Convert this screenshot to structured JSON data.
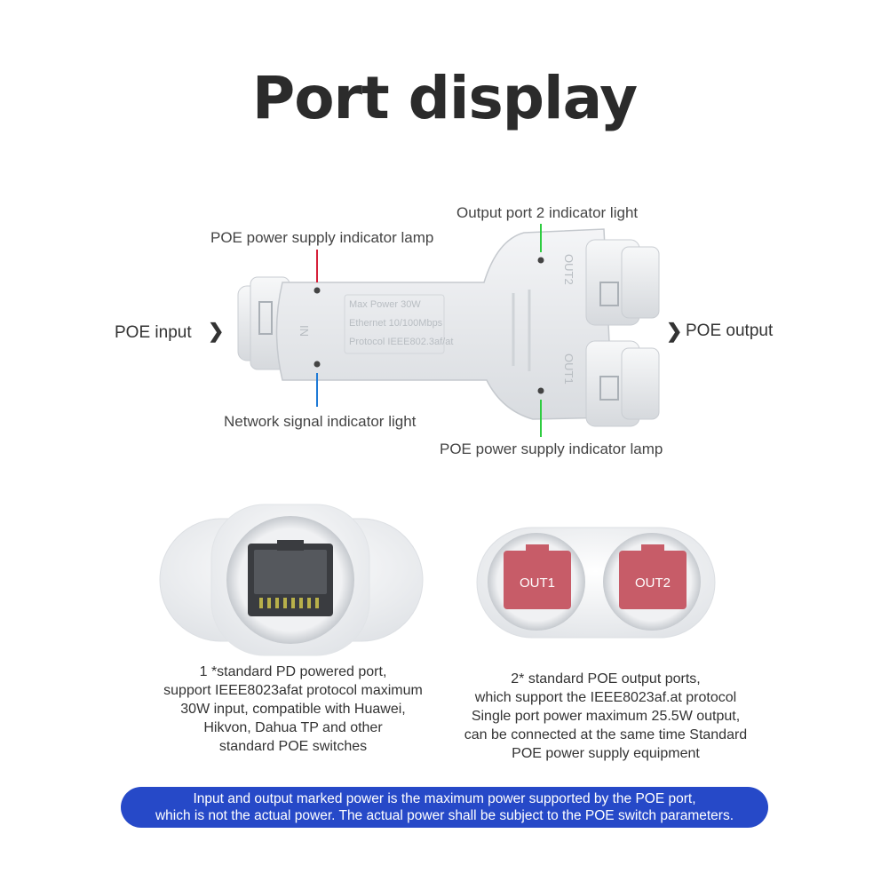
{
  "title": "Port display",
  "device": {
    "label_lines": [
      "Max Power 30W",
      "Ethernet 10/100Mbps",
      "Protocol IEEE802.3af/at"
    ],
    "in_label": "IN",
    "out1_label": "OUT1",
    "out2_label": "OUT2"
  },
  "callouts": {
    "output_port_2_light": "Output port 2 indicator light",
    "poe_lamp_top": "POE power supply indicator lamp",
    "network_signal_light": "Network signal indicator light",
    "poe_lamp_bottom": "POE power supply indicator lamp",
    "poe_input": "POE input",
    "poe_output": "POE output"
  },
  "callout_colors": {
    "red": "#d6213a",
    "blue": "#1f7ad6",
    "green": "#2ecc40"
  },
  "ports": {
    "out1": "OUT1",
    "out2": "OUT2",
    "input_description": [
      "1 *standard PD powered port,",
      "support IEEE8023afat protocol maximum",
      "30W input, compatible with Huawei,",
      "Hikvon, Dahua TP and other",
      "standard POE switches"
    ],
    "output_description": [
      "2* standard POE output ports,",
      "which support the IEEE8023af.at protocol",
      "Single port power maximum 25.5W output,",
      "can be connected at the same time Standard",
      "POE power supply equipment"
    ]
  },
  "note": [
    "Input and output marked power is the maximum power supported by the POE port,",
    "which is not the actual power. The actual power shall be subject to the POE switch parameters."
  ],
  "colors": {
    "note_bg": "#2649c8",
    "port_red": "#c75c68"
  }
}
